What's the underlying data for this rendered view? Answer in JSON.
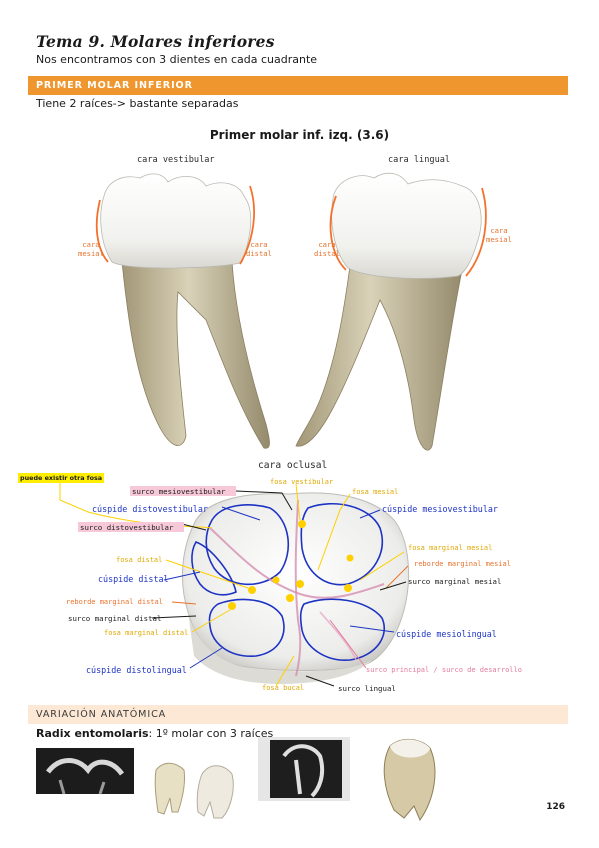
{
  "header": {
    "title": "Tema 9. Molares inferiores",
    "subtitle": "Nos encontramos con 3 dientes en cada cuadrante"
  },
  "section1": {
    "heading": "PRIMER MOLAR INFERIOR",
    "text": "Tiene 2 raíces-> bastante separadas",
    "figure_title": "Primer molar inf. izq. (3.6)",
    "views": {
      "vestibular": "cara vestibular",
      "lingual": "cara lingual",
      "oclusal": "cara oclusal"
    },
    "face_labels": {
      "left_mesial": [
        "cara",
        "mesial"
      ],
      "left_distal": [
        "cara",
        "distal"
      ],
      "right_distal": [
        "cara",
        "distal"
      ],
      "right_mesial": [
        "cara",
        "mesial"
      ]
    }
  },
  "occlusal_labels": {
    "highlight": "puede existir otra fosa",
    "surco_mesiovestibular": "surco mesiovestibular",
    "cuspide_distovestibular": "cúspide distovestibular",
    "surco_distovestibular": "surco distovestibular",
    "fosa_distal": "fosa distal",
    "cuspide_distal": "cúspide distal",
    "reborde_marginal_distal": "reborde marginal distal",
    "surco_marginal_distal": "surco marginal distal",
    "fosa_marginal_distal": "fosa marginal distal",
    "cuspide_distolingual": "cúspide distolingual",
    "fosa_vestibular": "fosa vestibular",
    "fosa_mesial": "fosa mesial",
    "cuspide_mesiovestibular": "cúspide mesiovestibular",
    "fosa_marginal_mesial": "fosa marginal mesial",
    "reborde_marginal_mesial": "reborde marginal mesial",
    "surco_marginal_mesial": "surco marginal mesial",
    "cuspide_mesiolingual": "cúspide mesiolingual",
    "surco_principal": "surco principal / surco de desarrollo",
    "fosa_bucal": "fosa bucal",
    "surco_lingual": "surco lingual"
  },
  "section2": {
    "heading": "VARIACIÓN ANATÓMICA",
    "radix_bold": "Radix entomolaris",
    "radix_rest": ": 1º molar con 3 raíces"
  },
  "footer": {
    "page_number": "126"
  },
  "colors": {
    "accent_orange": "#f0962f",
    "peach": "#fce8d4",
    "label_blue": "#1d33c4",
    "label_yellow": "#e0a800",
    "label_orange": "#e8722c",
    "label_pink": "#e37aa0"
  }
}
